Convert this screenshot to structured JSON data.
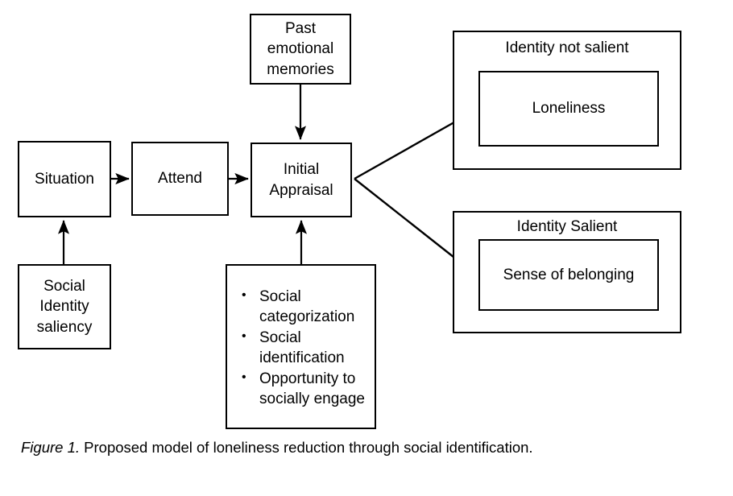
{
  "figure": {
    "caption_label": "Figure 1.",
    "caption_text": " Proposed model of loneliness reduction through social identification.",
    "background_color": "#ffffff",
    "line_color": "#000000"
  },
  "nodes": {
    "past_memories": {
      "label": "Past\nemotional\nmemories"
    },
    "situation": {
      "label": "Situation"
    },
    "attend": {
      "label": "Attend"
    },
    "initial_appraisal": {
      "label": "Initial\nAppraisal"
    },
    "social_identity_saliency": {
      "label": "Social\nIdentity\nsaliency"
    }
  },
  "mechanisms": {
    "title": "",
    "bullets": [
      "Social\ncategorization",
      "Social\nidentification",
      "Opportunity to\nsocially engage"
    ]
  },
  "outcomes": [
    {
      "group_title": "Identity not salient",
      "inner_label": "Loneliness"
    },
    {
      "group_title": "Identity Salient",
      "inner_label": "Sense of belonging"
    }
  ],
  "connections": [
    {
      "from": "past_memories",
      "to": "initial_appraisal",
      "style": "arrow-down"
    },
    {
      "from": "situation",
      "to": "attend",
      "style": "arrow-right"
    },
    {
      "from": "attend",
      "to": "initial_appraisal",
      "style": "arrow-right"
    },
    {
      "from": "social_identity_saliency",
      "to": "situation",
      "style": "arrow-up"
    },
    {
      "from": "mechanisms",
      "to": "initial_appraisal",
      "style": "arrow-up"
    },
    {
      "from": "initial_appraisal",
      "to": "identity_not_salient",
      "style": "arrow-diagonal-up-right"
    },
    {
      "from": "initial_appraisal",
      "to": "identity_salient",
      "style": "arrow-diagonal-down-right"
    }
  ]
}
